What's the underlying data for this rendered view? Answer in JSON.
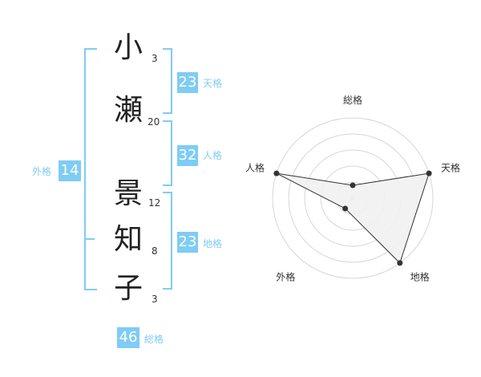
{
  "name_chars": [
    {
      "char": "小",
      "strokes": "3"
    },
    {
      "char": "瀬",
      "strokes": "20"
    },
    {
      "char": "景",
      "strokes": "12"
    },
    {
      "char": "知",
      "strokes": "8"
    },
    {
      "char": "子",
      "strokes": "3"
    }
  ],
  "scores": {
    "tenkaku": {
      "value": "23",
      "label": "天格"
    },
    "jinkaku": {
      "value": "32",
      "label": "人格"
    },
    "chikaku": {
      "value": "23",
      "label": "地格"
    },
    "gaikaku": {
      "value": "14",
      "label": "外格"
    },
    "soukaku": {
      "value": "46",
      "label": "総格"
    }
  },
  "chart_data": {
    "type": "radar",
    "axes": [
      "総格",
      "天格",
      "地格",
      "外格",
      "人格"
    ],
    "values": [
      1,
      5,
      5,
      1,
      5
    ],
    "max": 5,
    "levels": 5,
    "grid": true
  },
  "colors": {
    "accent": "#7fccf4",
    "fill": "#f1f1f1",
    "line": "#333333",
    "grid": "#d6d6d6"
  }
}
